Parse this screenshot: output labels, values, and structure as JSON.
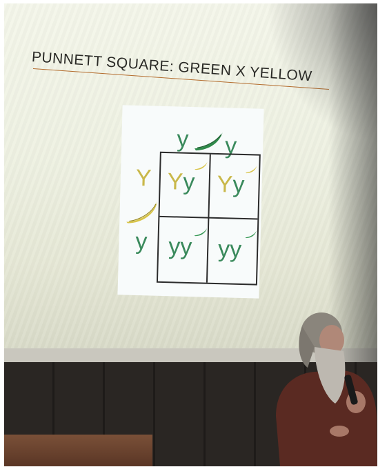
{
  "slide": {
    "title": "PUNNETT SQUARE:  GREEN X YELLOW",
    "top_alleles": [
      "y",
      "y"
    ],
    "side_alleles": [
      "Y",
      "y"
    ],
    "cells": [
      {
        "first": "Y",
        "second": "y",
        "pod": "yellow"
      },
      {
        "first": "Y",
        "second": "y",
        "pod": "yellow"
      },
      {
        "first": "y",
        "second": "y",
        "pod": "green"
      },
      {
        "first": "y",
        "second": "y",
        "pod": "green"
      }
    ]
  },
  "colors": {
    "green_allele": "#3a8a5c",
    "yellow_allele": "#c9b84a",
    "slide_background": "#eef1e2",
    "title_rule": "#b36b2c"
  },
  "icons": [
    "green-pea-pod-icon",
    "yellow-pea-pod-icon"
  ]
}
